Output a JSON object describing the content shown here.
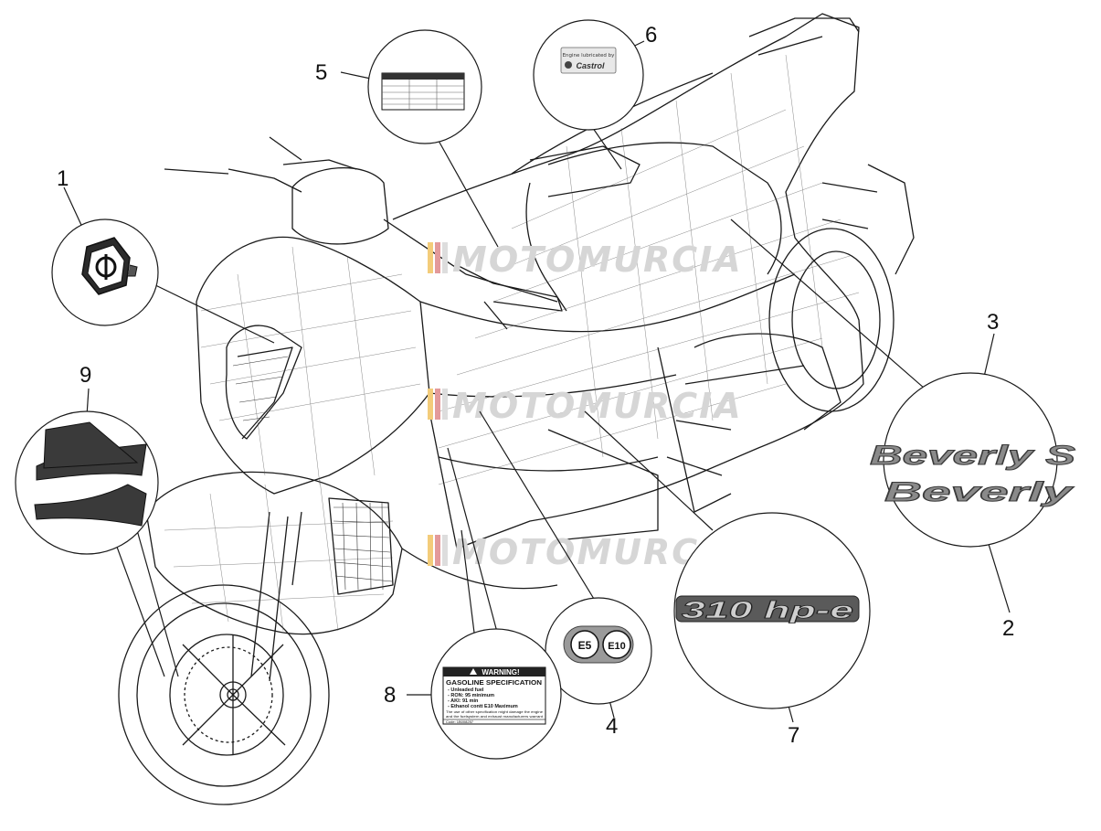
{
  "watermark": "MOTOMURCIA",
  "callouts": [
    {
      "id": "1"
    },
    {
      "id": "2"
    },
    {
      "id": "3"
    },
    {
      "id": "4"
    },
    {
      "id": "5"
    },
    {
      "id": "6"
    },
    {
      "id": "7"
    },
    {
      "id": "8"
    },
    {
      "id": "9"
    }
  ],
  "decals": {
    "beverly_s": "Beverly S",
    "beverly": "Beverly",
    "engine_code": "310 hp-e",
    "castrol_top": "Engine lubricated by",
    "castrol_brand": "Castrol",
    "fuel_e5": "E5",
    "fuel_e10": "E10",
    "warning_title": "WARNING!",
    "warning_heading": "GASOLINE SPECIFICATION",
    "warning_lines": [
      "- Unleaded fuel",
      "- RON: 95 minimum",
      "- AKI: 91 min",
      "- Ethanol contt E10 Maximum",
      "The use of other specification might damage the engine",
      "and the fuelsystem and exhaust manufacturers warrant"
    ],
    "warning_code": "Code: 1B008257"
  },
  "colors": {
    "line": "#1a1a1a",
    "decal_dark": "#3a3a3a",
    "decal_mid": "#8a8a8a",
    "watermark": "#d6d6d6"
  }
}
